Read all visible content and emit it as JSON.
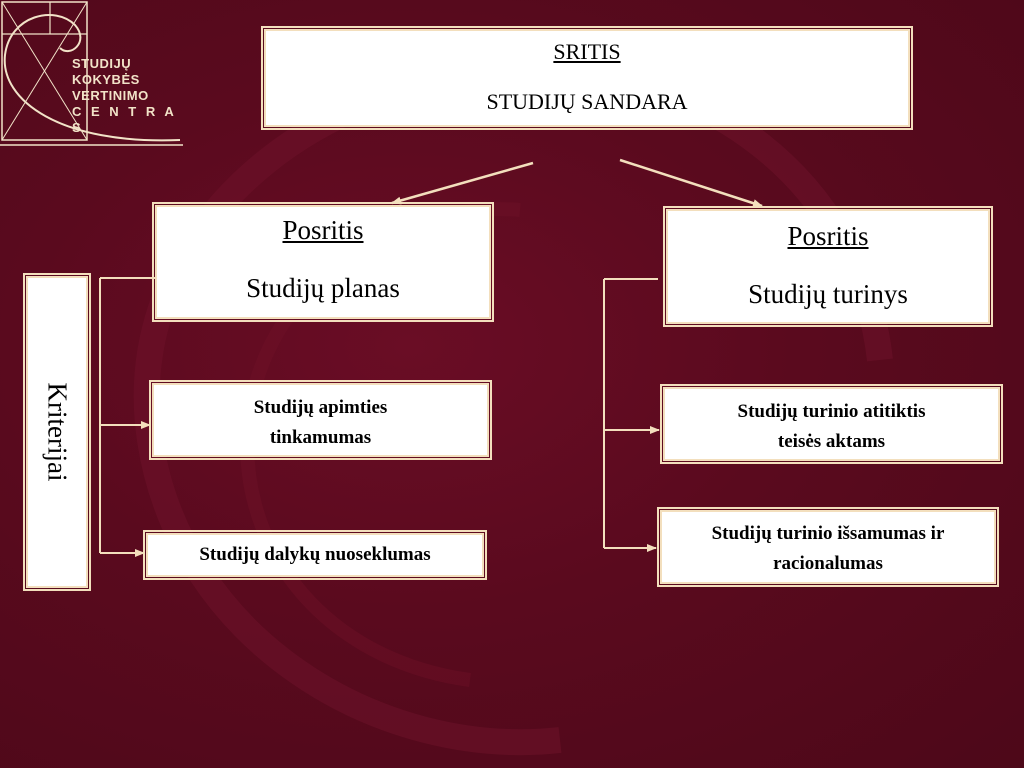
{
  "logo": {
    "lines": [
      "STUDIJŲ",
      "KOKYBĖS",
      "VERTINIMO",
      "C E N T R A S"
    ]
  },
  "main": {
    "title": "SRITIS",
    "subtitle": "STUDIJŲ SANDARA"
  },
  "left_area": {
    "title": "Posritis",
    "subtitle": "Studijų planas"
  },
  "right_area": {
    "title": "Posritis",
    "subtitle": "Studijų turinys"
  },
  "side_label": "Kriterijai",
  "left_criteria": [
    {
      "line1": "Studijų apimties",
      "line2": "tinkamumas"
    },
    {
      "line1": "Studijų dalykų nuoseklumas",
      "line2": ""
    }
  ],
  "right_criteria": [
    {
      "line1": "Studijų turinio atitiktis",
      "line2": "teisės aktams"
    },
    {
      "line1": "Studijų turinio išsamumas ir",
      "line2": "racionalumas"
    }
  ],
  "colors": {
    "background": "#5a0a1e",
    "border": "#f3dfbd",
    "box_fill": "#ffffff"
  }
}
